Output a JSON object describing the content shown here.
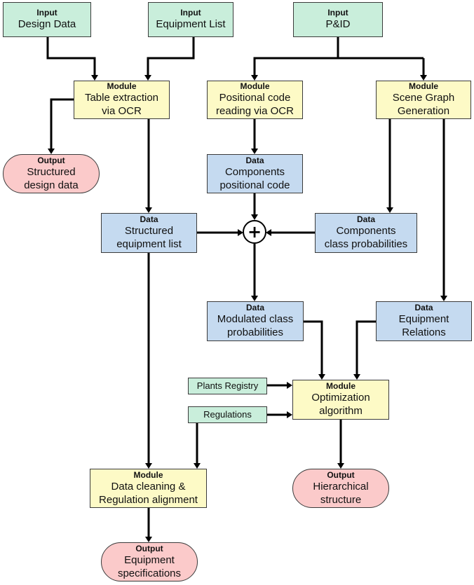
{
  "nodes": {
    "input_design": {
      "tag": "Input",
      "label": "Design Data"
    },
    "input_equipment": {
      "tag": "Input",
      "label": "Equipment List"
    },
    "input_pid": {
      "tag": "Input",
      "label": "P&ID"
    },
    "mod_table": {
      "tag": "Module",
      "label": "Table extraction\nvia OCR"
    },
    "mod_positional": {
      "tag": "Module",
      "label": "Positional code\nreading via OCR"
    },
    "mod_scene": {
      "tag": "Module",
      "label": "Scene Graph\nGeneration"
    },
    "out_design": {
      "tag": "Output",
      "label": "Structured\ndesign data"
    },
    "data_components_pos": {
      "tag": "Data",
      "label": "Components\npositional code"
    },
    "data_structured_eq": {
      "tag": "Data",
      "label": "Structured\nequipment list"
    },
    "data_components_cls": {
      "tag": "Data",
      "label": "Components\nclass probabilities"
    },
    "data_modulated": {
      "tag": "Data",
      "label": "Modulated class\nprobabilities"
    },
    "data_relations": {
      "tag": "Data",
      "label": "Equipment\nRelations"
    },
    "plants_registry": {
      "label": "Plants Registry"
    },
    "regulations": {
      "label": "Regulations"
    },
    "mod_optimization": {
      "tag": "Module",
      "label": "Optimization\nalgorithm"
    },
    "mod_cleaning": {
      "tag": "Module",
      "label": "Data cleaning &\nRegulation alignment"
    },
    "out_hierarchical": {
      "tag": "Output",
      "label": "Hierarchical\nstructure"
    },
    "out_equipment": {
      "tag": "Output",
      "label": "Equipment\nspecifications"
    }
  },
  "combine_symbol": "+",
  "colors": {
    "input": "#c9eedb",
    "module": "#fdfac6",
    "data": "#c5daf0",
    "output": "#fbcaca",
    "edge": "#000000"
  }
}
